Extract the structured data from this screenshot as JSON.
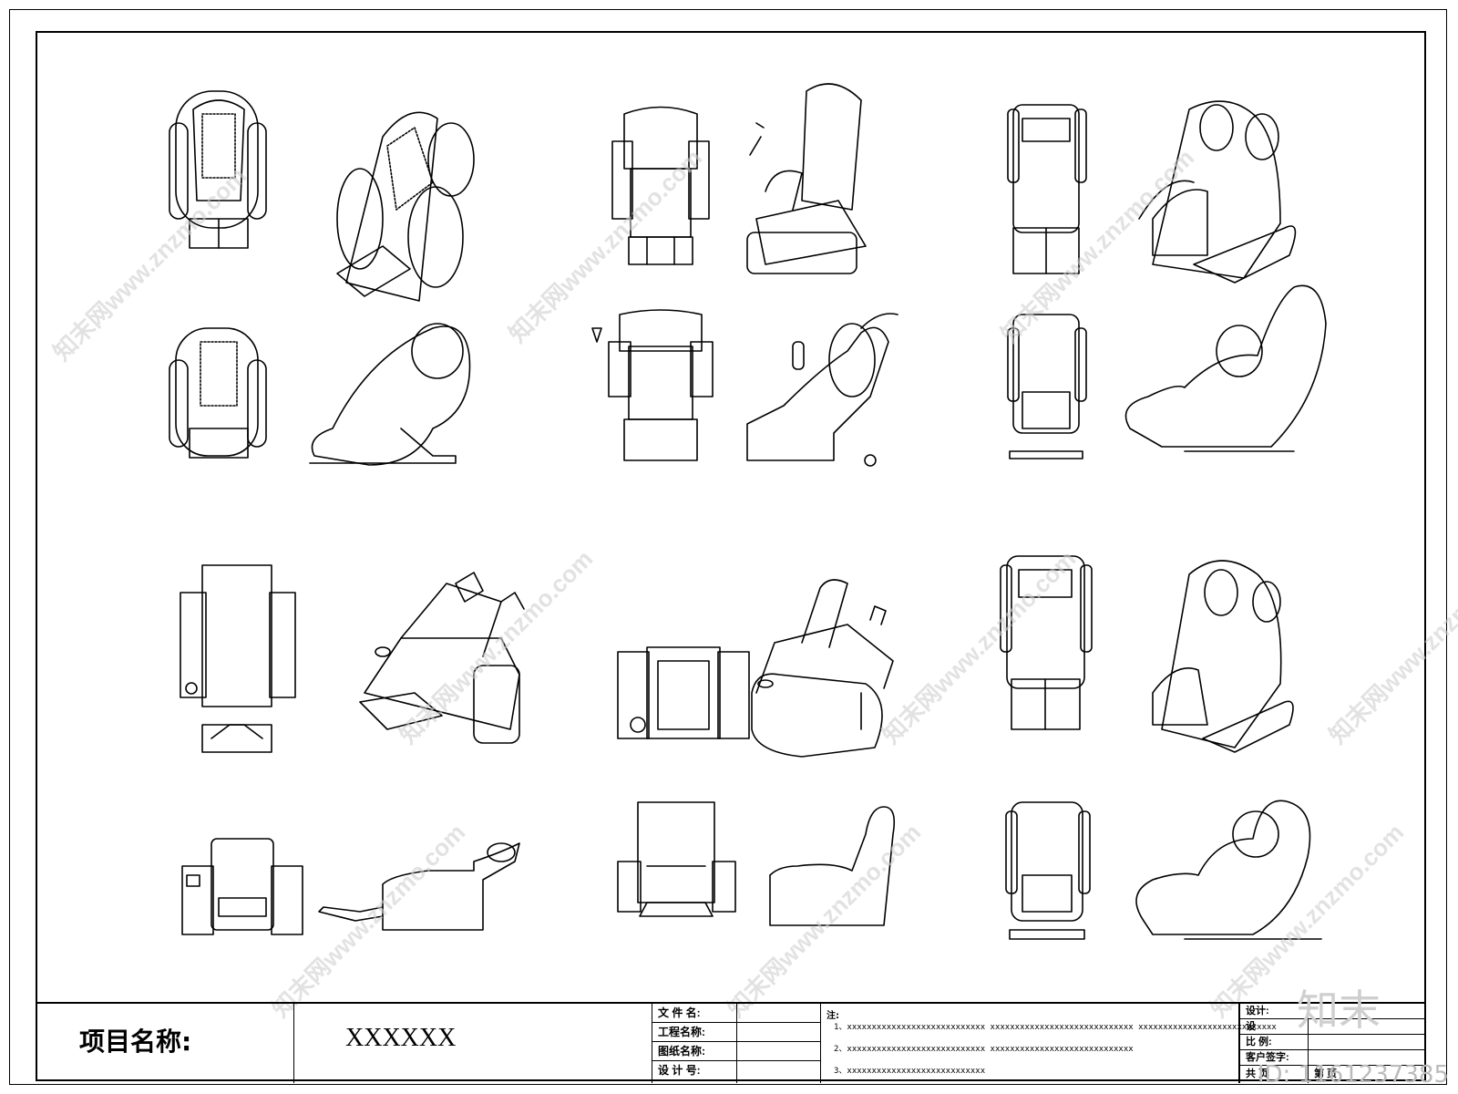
{
  "title_block": {
    "project_label": "项目名称:",
    "project_value": "XXXXXX",
    "fields": [
      "文 件 名:",
      "工程名称:",
      "图纸名称:",
      "设 计 号:"
    ],
    "notes_title": "注:",
    "notes": [
      "1、xxxxxxxxxxxxxxxxxxxxxxxxxxxx    xxxxxxxxxxxxxxxxxxxxxxxxxxxxx    xxxxxxxxxxxxxxxxxxxxxxxxxxxx",
      "2、xxxxxxxxxxxxxxxxxxxxxxxxxxxx    xxxxxxxxxxxxxxxxxxxxxxxxxxxxx",
      "3、xxxxxxxxxxxxxxxxxxxxxxxxxxxx"
    ],
    "right_fields": [
      "设计:",
      "设",
      "比  例:",
      "客户签字:",
      "共    页"
    ],
    "right_extra": [
      "第    页"
    ]
  },
  "watermark": {
    "text": "知末网www.znzmo.com",
    "logo": "知末",
    "id": "ID: 1161237385"
  }
}
